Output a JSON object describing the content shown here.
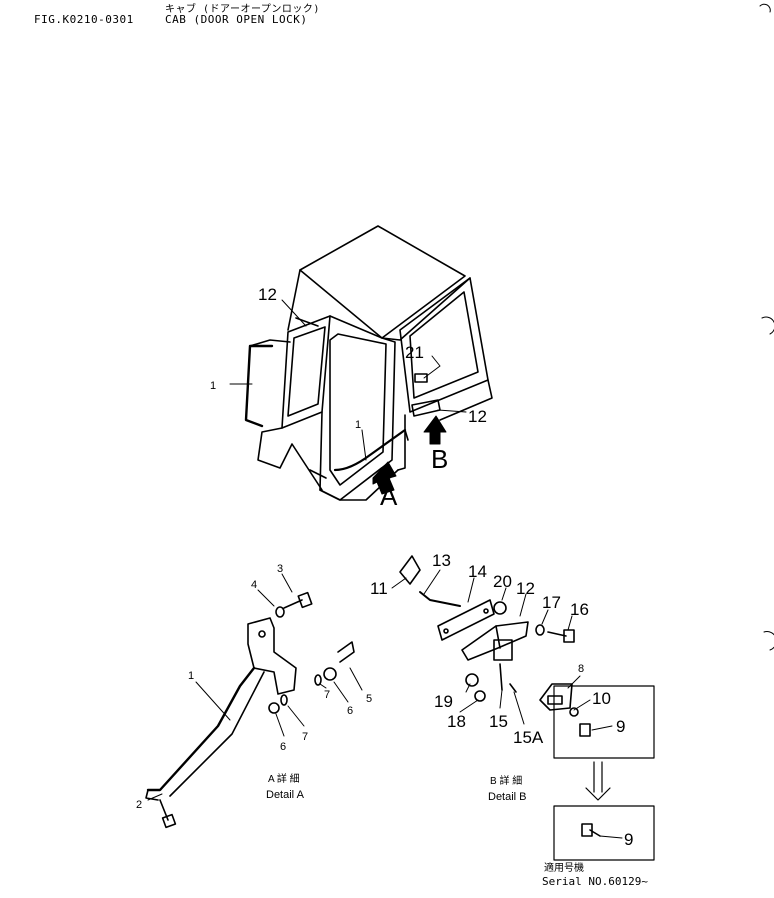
{
  "header": {
    "jp_title": "キャブ (ドアーオープンロック)",
    "fig_number": "FIG.K0210-0301",
    "title": "CAB (DOOR OPEN LOCK)"
  },
  "overview": {
    "callouts": [
      "12",
      "1",
      "1",
      "21",
      "12"
    ],
    "view_a": "A",
    "view_b": "B"
  },
  "detail_a": {
    "callouts": [
      "1",
      "2",
      "3",
      "4",
      "5",
      "6",
      "7",
      "6",
      "7"
    ],
    "caption_jp": "A 詳 細",
    "caption": "Detail A"
  },
  "detail_b": {
    "callouts": [
      "11",
      "13",
      "14",
      "20",
      "12",
      "17",
      "16",
      "19",
      "18",
      "15",
      "15A",
      "8",
      "10",
      "9",
      "9"
    ],
    "caption_jp": "B 詳 細",
    "caption": "Detail B"
  },
  "serial": {
    "label_jp": "適用号機",
    "label": "Serial NO.60129~"
  }
}
